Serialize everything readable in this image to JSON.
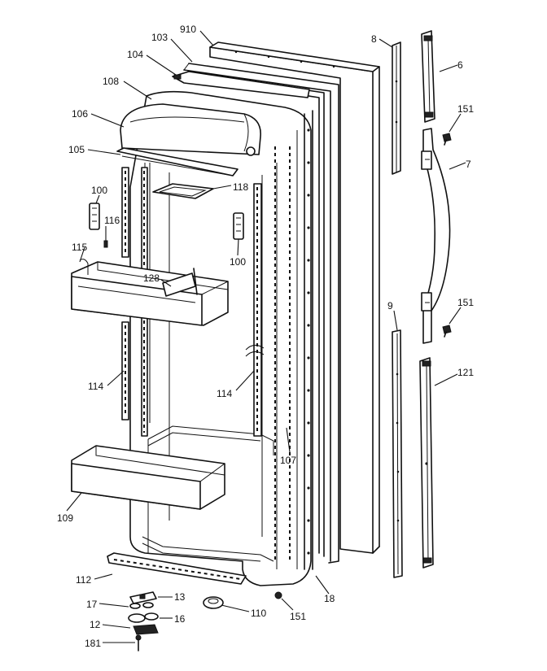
{
  "callouts": {
    "c910": "910",
    "c103": "103",
    "c104": "104",
    "c108": "108",
    "c106": "106",
    "c105": "105",
    "c100a": "100",
    "c116": "116",
    "c118": "118",
    "c100b": "100",
    "c115": "115",
    "c128": "128",
    "c114a": "114",
    "c114b": "114",
    "c107": "107",
    "c109": "109",
    "c112": "112",
    "c13": "13",
    "c17": "17",
    "c16": "16",
    "c12": "12",
    "c181": "181",
    "c110": "110",
    "c151a": "151",
    "c18": "18",
    "c8": "8",
    "c6": "6",
    "c151b": "151",
    "c7": "7",
    "c151c": "151",
    "c9": "9",
    "c121": "121"
  }
}
